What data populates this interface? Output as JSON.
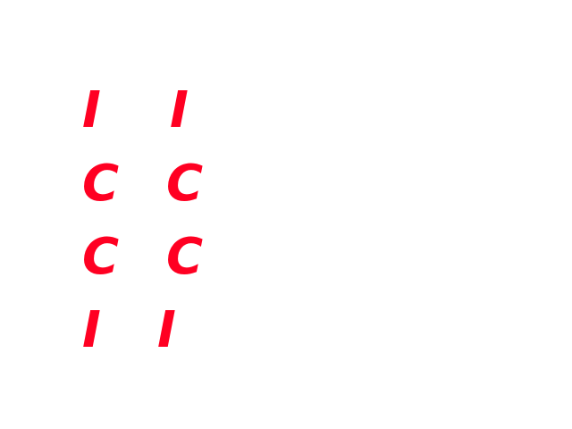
{
  "text_color": "#ff0022",
  "background_color": "#ffffff",
  "rows": [
    {
      "left": "I",
      "right": "I"
    },
    {
      "left": "C",
      "right": "C"
    },
    {
      "left": "C",
      "right": "C"
    },
    {
      "left": "I",
      "right": "I"
    }
  ]
}
